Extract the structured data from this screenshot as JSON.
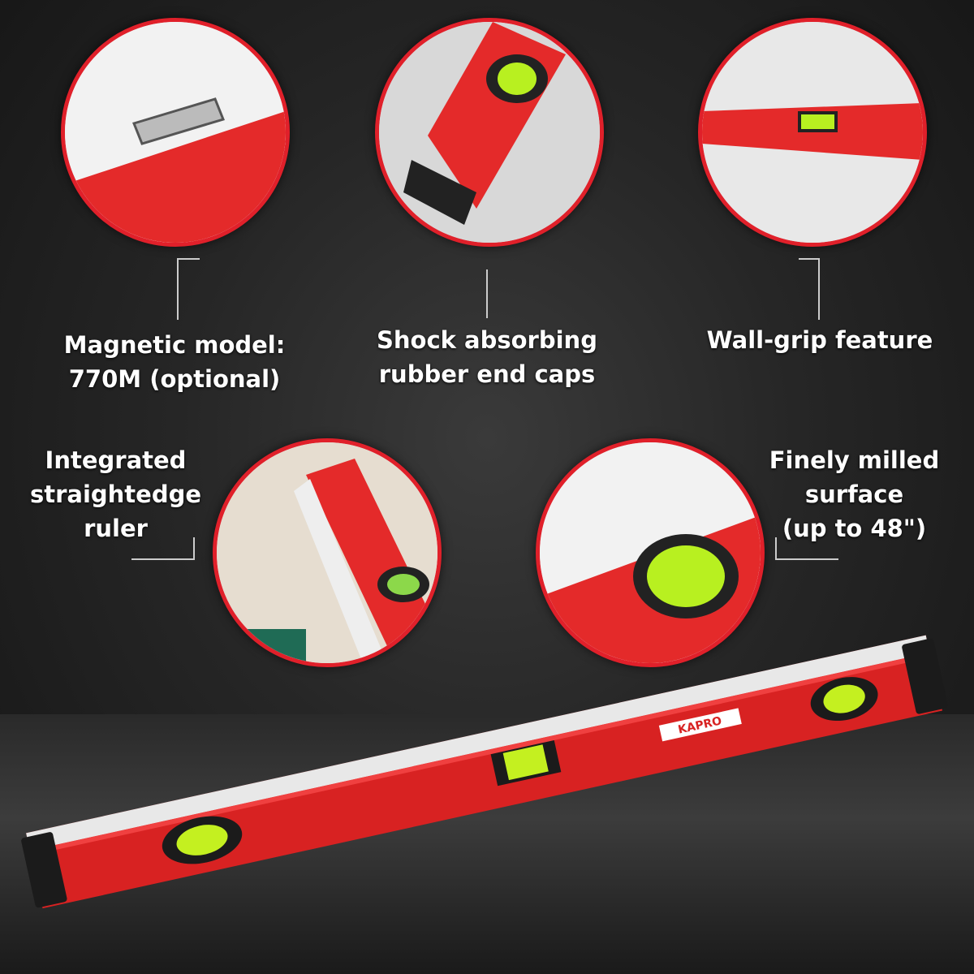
{
  "features": [
    {
      "lines": [
        "Magnetic model:",
        "770M (optional)"
      ]
    },
    {
      "lines": [
        "Shock absorbing",
        "rubber end caps"
      ]
    },
    {
      "lines": [
        "Wall-grip feature"
      ]
    },
    {
      "lines": [
        "Integrated",
        "straightedge",
        "ruler"
      ]
    },
    {
      "lines": [
        "Finely milled",
        "surface",
        "(up to 48\")"
      ]
    }
  ],
  "brand": "KAPRO",
  "colors": {
    "accent": "#e0202a",
    "vial": "#b8f020",
    "background": "#262626"
  }
}
